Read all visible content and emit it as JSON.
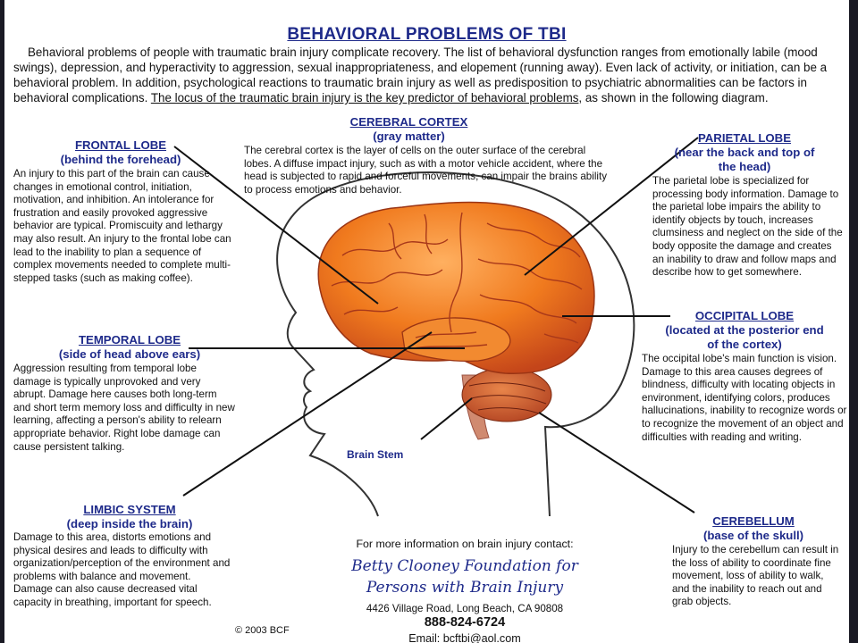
{
  "title": "BEHAVIORAL PROBLEMS OF TBI",
  "intro": {
    "text": "Behavioral problems of people with traumatic brain injury complicate recovery. The list of behavioral dysfunction ranges from emotionally labile (mood swings), depression, and hyperactivity to aggression, sexual inappropriateness, and elopement (running away). Even lack of activity, or initiation, can be a behavioral problem. In addition, psychological reactions to traumatic brain injury as well as predisposition to psychiatric abnormalities can be factors in behavioral complications.",
    "underlined": "The locus of the traumatic brain injury is the key predictor of behavioral problems",
    "tail": ", as shown in the following diagram."
  },
  "sections": {
    "frontal": {
      "heading": "FRONTAL LOBE",
      "sub": "(behind the forehead)",
      "body": "An injury to this part of the brain can cause changes in emotional control, initiation, motivation, and inhibition. An intolerance for frustration and easily provoked aggressive behavior are typical. Promiscuity and lethargy may also result. An injury to the frontal lobe can lead to the inability to plan a sequence of complex movements needed to complete multi-stepped tasks (such as making coffee)."
    },
    "cortex": {
      "heading": "CEREBRAL CORTEX",
      "sub": "(gray matter)",
      "body": "The cerebral cortex is the layer of cells on the outer surface of the cerebral lobes. A diffuse impact injury, such as with a motor vehicle accident, where the head is subjected to rapid and forceful movements, can impair the brains ability to process emotions and behavior."
    },
    "parietal": {
      "heading": "PARIETAL LOBE",
      "sub": "(near the back and top of the head)",
      "body": "The parietal lobe is specialized for processing body information. Damage to the parietal lobe impairs the ability to identify objects by touch, increases clumsiness and neglect on the side of the body opposite the damage and creates an inability to draw and follow maps and describe how to get somewhere."
    },
    "temporal": {
      "heading": "TEMPORAL LOBE",
      "sub": "(side of head above ears)",
      "body": "Aggression resulting from temporal lobe damage is typically unprovoked and very abrupt. Damage here causes both long-term and short term memory loss and difficulty in new learning, affecting a person's ability to relearn appropriate behavior. Right lobe damage can cause persistent talking."
    },
    "occipital": {
      "heading": "OCCIPITAL LOBE",
      "sub": "(located at the posterior end of the cortex)",
      "body": "The occipital lobe's main function is vision. Damage to this area causes degrees of blindness, difficulty with locating objects in environment, identifying colors, produces hallucinations, inability to recognize words or to recognize the movement of an object and difficulties with reading and writing."
    },
    "limbic": {
      "heading": "LIMBIC SYSTEM",
      "sub": "(deep inside the brain)",
      "body": "Damage to this area, distorts emotions and physical desires and leads to difficulty with organization/perception of the environment and problems with balance and movement. Damage can also cause decreased vital capacity in breathing, important for speech."
    },
    "cerebellum": {
      "heading": "CEREBELLUM",
      "sub": "(base of the skull)",
      "body": "Injury to the cerebellum can result in the loss of ability to coordinate fine movement, loss of ability to walk, and the inability to reach out and grab objects."
    }
  },
  "brain_stem_label": "Brain Stem",
  "contact": {
    "prompt": "For more information on brain injury contact:",
    "org_line1": "Betty Clooney Foundation for",
    "org_line2": "Persons with Brain Injury",
    "address": "4426 Village Road, Long Beach, CA 90808",
    "phone": "888-824-6724",
    "email": "Email: bcftbi@aol.com"
  },
  "copyright": "© 2003 BCF",
  "colors": {
    "heading": "#1e2a8a",
    "brain": "#f07a1e",
    "brain_dark": "#c8461a"
  }
}
